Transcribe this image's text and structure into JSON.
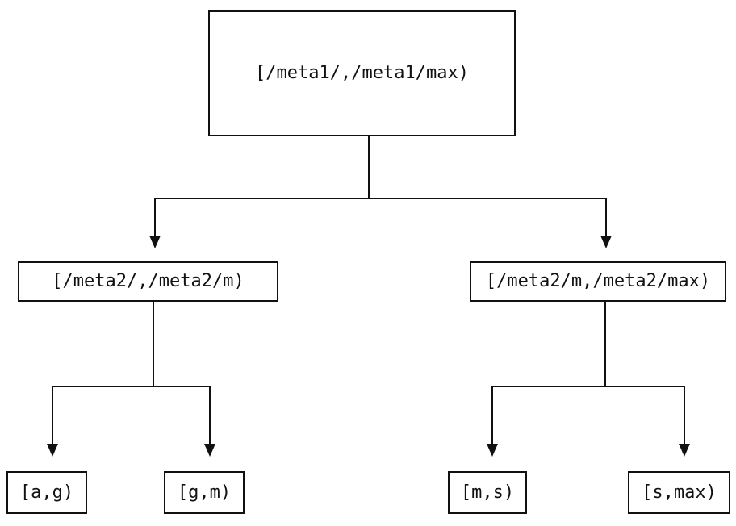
{
  "colors": {
    "background": "#ffffff",
    "line": "#111111",
    "text": "#111111"
  },
  "tree": {
    "root": {
      "label": "[/meta1/,/meta1/max)"
    },
    "branches": [
      {
        "label": "[/meta2/,/meta2/m)",
        "children": [
          {
            "label": "[a,g)"
          },
          {
            "label": "[g,m)"
          }
        ]
      },
      {
        "label": "[/meta2/m,/meta2/max)",
        "children": [
          {
            "label": "[m,s)"
          },
          {
            "label": "[s,max)"
          }
        ]
      }
    ]
  }
}
